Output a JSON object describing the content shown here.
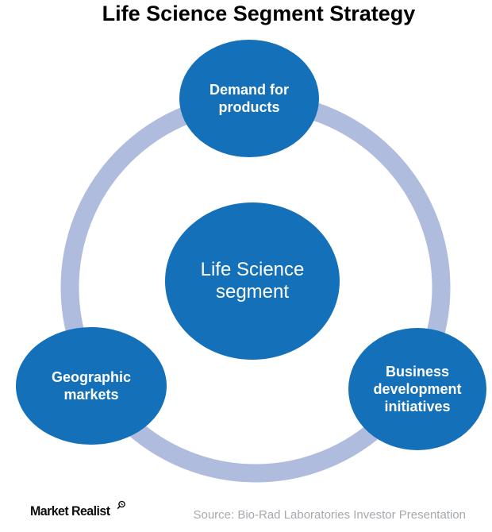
{
  "title": "Life Science Segment Strategy",
  "diagram": {
    "type": "hub-and-spoke-cycle",
    "center": {
      "label": "Life Science\nsegment"
    },
    "nodes": [
      {
        "id": "top",
        "label": "Demand for\nproducts"
      },
      {
        "id": "bottom-left",
        "label": "Geographic\nmarkets"
      },
      {
        "id": "bottom-right",
        "label": "Business\ndevelopment\ninitiatives"
      }
    ]
  },
  "colors": {
    "node_fill": "#1470B8",
    "ring": "#AFBCDE",
    "label_text": "#FFFFFF",
    "title": "#000000",
    "source_text": "#A5A9AD"
  },
  "footer": {
    "logo_text": "Market Realist",
    "logo_icon": "magnifier-icon",
    "source": "Source: Bio-Rad Laboratories Investor Presentation"
  }
}
